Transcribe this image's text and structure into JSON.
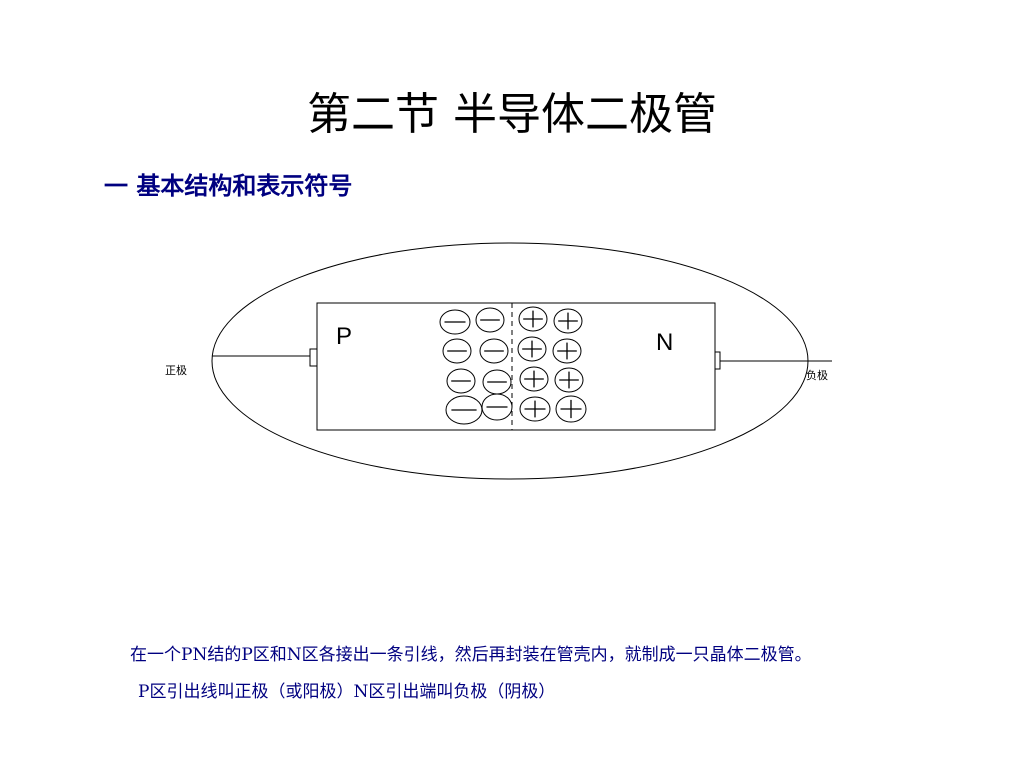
{
  "slide": {
    "title": "第二节  半导体二极管",
    "subtitle": "一 基本结构和表示符号"
  },
  "diagram": {
    "p_region_label": "P",
    "n_region_label": "N",
    "anode_label": "正极",
    "cathode_label": "负极",
    "p_side_charge_symbol": "−",
    "n_side_charge_symbol": "+",
    "ion_rows": 4,
    "ions_per_side_per_row": 2
  },
  "caption": {
    "line1": "在一个PN结的P区和N区各接出一条引线，然后再封装在管壳内，就制成一只晶体二极管。",
    "line2": "P区引出线叫正极（或阳极）N区引出端叫负极（阴极）"
  }
}
